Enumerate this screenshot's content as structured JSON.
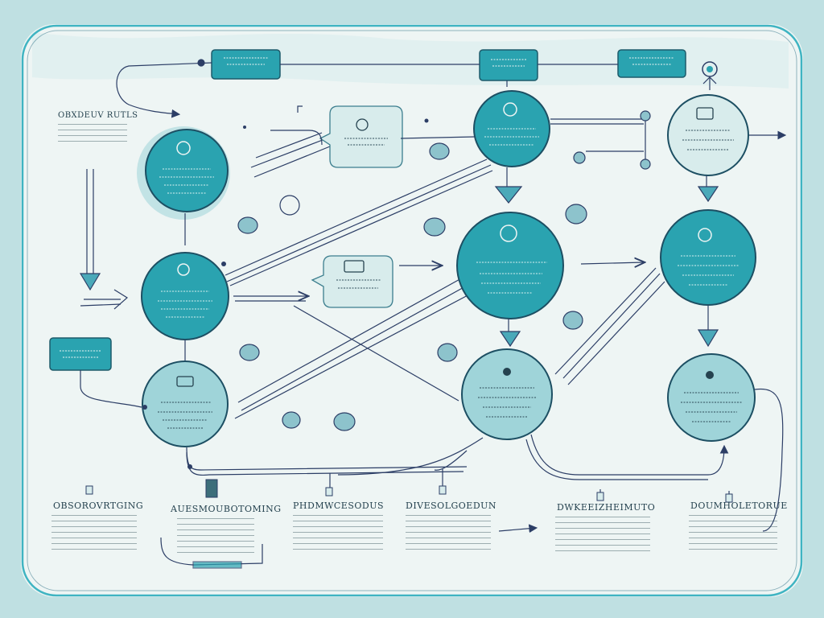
{
  "diagram": {
    "colors": {
      "background": "#bfe0e2",
      "paper": "#eef5f4",
      "frame": "#3fb4c2",
      "teal_dark": "#2aa3b0",
      "teal_light": "#9fd4d9",
      "ink": "#25424f",
      "ink_blue": "#2c3e66"
    },
    "header_note": "OBXDEUV RUTLS",
    "column_labels": [
      "OBSOROVRTGING",
      "AUESMOUBOTOMING",
      "PHDMWCESODUS",
      "DIVESOLGOEDUN",
      "DWKEEIZHEIMUTO",
      "DOUMHOLETORUE"
    ],
    "icons": [
      "gear-icon",
      "person-icon",
      "lock-icon",
      "document-icon",
      "chat-icon",
      "target-icon"
    ]
  }
}
